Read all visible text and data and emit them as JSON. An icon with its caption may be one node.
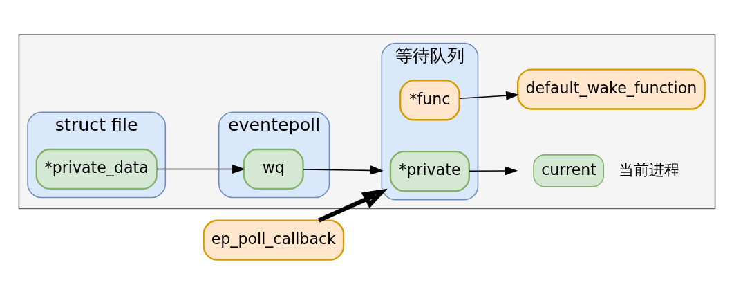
{
  "diagram": {
    "nodes": [
      {
        "text": [],
        "shape": "box"
      },
      {
        "text": [
          "struct file"
        ],
        "in": 0
      },
      {
        "text": [
          "*private_data"
        ],
        "in": 1
      },
      {
        "text": [
          "eventepoll"
        ],
        "in": 0
      },
      {
        "text": [
          "wq"
        ],
        "in": 3
      },
      {
        "text": [
          "等待队列"
        ],
        "in": 0
      },
      {
        "text": [
          "*private"
        ],
        "in": 5
      },
      {
        "text": [
          "*func"
        ],
        "in": 5
      },
      {
        "text": [
          "current"
        ],
        "beside": [
          "当前进程"
        ],
        "in": 0
      },
      {
        "text": [
          "default_wake_function"
        ],
        "in": 0
      },
      {
        "text": [
          "ep_poll_callback"
        ]
      }
    ],
    "edges": [
      {
        "from": 2,
        "to": 4,
        "arrow": "to"
      },
      {
        "from": 4,
        "to": 5,
        "arrow": "to"
      },
      {
        "from": 6,
        "to": 8,
        "arrow": "to"
      },
      {
        "from": 7,
        "to": 9,
        "arrow": "to"
      },
      {
        "from": 10,
        "to": 5,
        "arrow": "to",
        "style": "thick"
      }
    ]
  }
}
